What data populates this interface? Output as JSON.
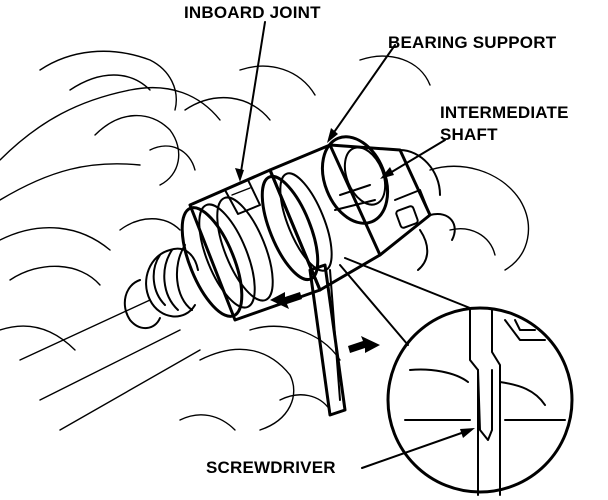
{
  "labels": {
    "inboard_joint": "INBOARD JOINT",
    "bearing_support": "BEARING SUPPORT",
    "intermediate_line1": "INTERMEDIATE",
    "intermediate_line2": "SHAFT",
    "screwdriver": "SCREWDRIVER"
  }
}
